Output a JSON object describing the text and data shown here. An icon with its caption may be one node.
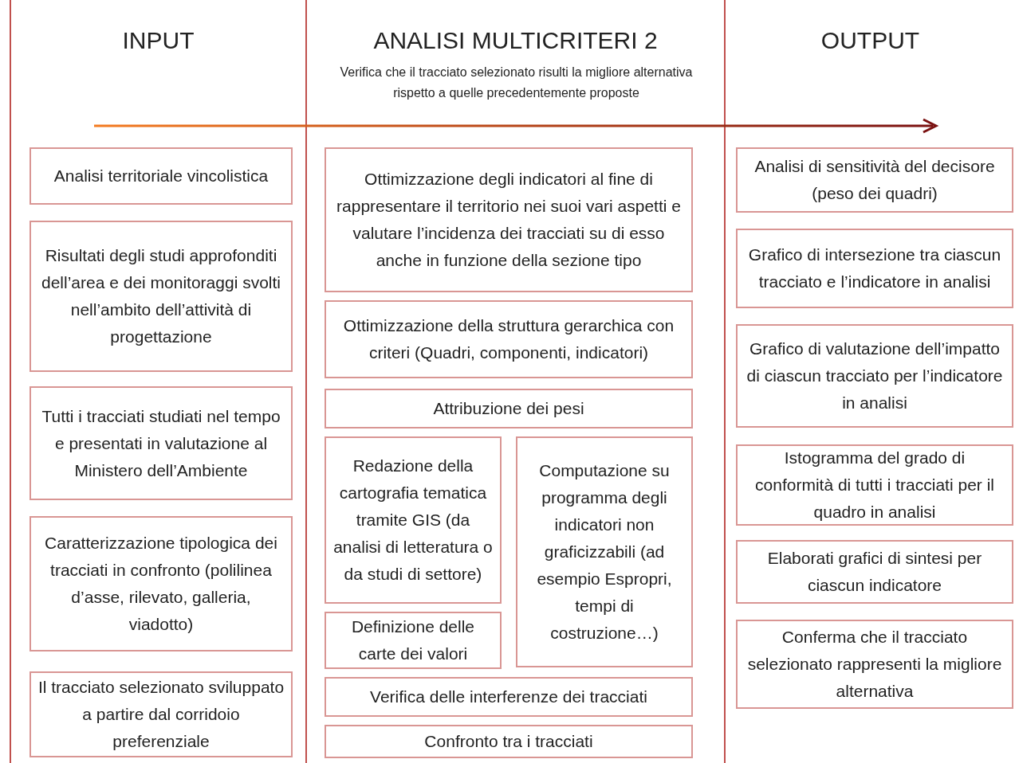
{
  "diagram": {
    "nodes": [
      {
        "text": [
          "INPUT"
        ]
      },
      {
        "text": [
          "Analisi territoriale vincolistica"
        ],
        "in": 0
      },
      {
        "text": [
          "Risultati degli studi approfonditi dell’area e dei monitoraggi svolti nell’ambito dell’attività di progettazione"
        ],
        "in": 0
      },
      {
        "text": [
          "Tutti i tracciati studiati nel tempo e presentati in valutazione al Ministero dell’Ambiente"
        ],
        "in": 0
      },
      {
        "text": [
          "Caratterizzazione tipologica dei tracciati in confronto (polilinea d’asse, rilevato, galleria, viadotto)"
        ],
        "in": 0
      },
      {
        "text": [
          "Il tracciato selezionato sviluppato a partire dal corridoio preferenziale"
        ],
        "in": 0
      },
      {
        "text": [
          "ANALISI MULTICRITERI 2",
          "Verifica che il tracciato selezionato risulti la migliore alternativa rispetto a quelle precedentemente proposte"
        ]
      },
      {
        "text": [
          "Ottimizzazione degli indicatori al fine di rappresentare il territorio nei suoi vari aspetti e valutare l’incidenza dei tracciati su di esso anche in funzione della sezione tipo"
        ],
        "in": 6
      },
      {
        "text": [
          "Ottimizzazione della struttura gerarchica con criteri (Quadri, componenti, indicatori)"
        ],
        "in": 6
      },
      {
        "text": [
          "Attribuzione dei pesi"
        ],
        "in": 6
      },
      {
        "text": [
          "Redazione della cartografia tematica tramite GIS (da analisi di letteratura o da studi di settore)"
        ],
        "in": 6
      },
      {
        "text": [
          "Computazione su programma degli indicatori non graficizzabili (ad esempio Espropri, tempi di costruzione…)"
        ],
        "in": 6
      },
      {
        "text": [
          "Definizione delle carte dei valori"
        ],
        "in": 6
      },
      {
        "text": [
          "Verifica delle interferenze dei tracciati"
        ],
        "in": 6
      },
      {
        "text": [
          "Confronto tra i tracciati"
        ],
        "in": 6
      },
      {
        "text": [
          "OUTPUT"
        ]
      },
      {
        "text": [
          "Analisi di sensitività del decisore (peso dei quadri)"
        ],
        "in": 15
      },
      {
        "text": [
          "Grafico di intersezione tra ciascun tracciato e l’indicatore in analisi"
        ],
        "in": 15
      },
      {
        "text": [
          "Grafico di valutazione dell’impatto di ciascun tracciato per l’indicatore in analisi"
        ],
        "in": 15
      },
      {
        "text": [
          "Istogramma del grado di conformità di tutti i tracciati per il quadro in analisi"
        ],
        "in": 15
      },
      {
        "text": [
          "Elaborati grafici di sintesi per ciascun indicatore"
        ],
        "in": 15
      },
      {
        "text": [
          "Conferma che il tracciato selezionato rappresenti la migliore alternativa"
        ],
        "in": 15
      }
    ],
    "edges": []
  }
}
